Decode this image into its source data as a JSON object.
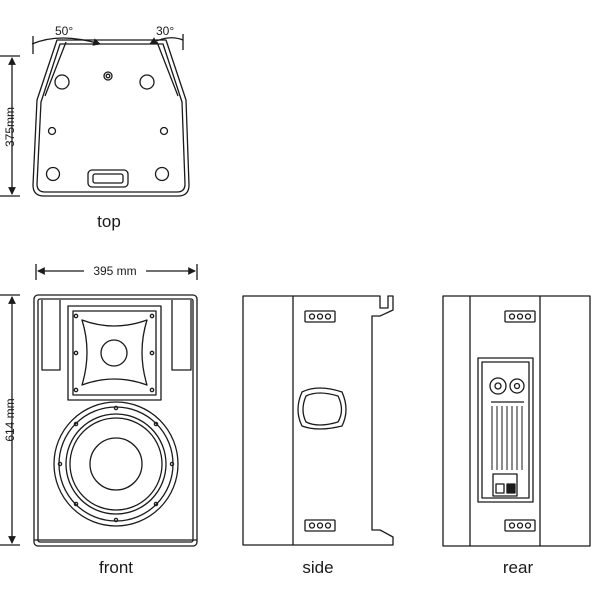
{
  "figure": {
    "views": {
      "top": "top",
      "front": "front",
      "side": "side",
      "rear": "rear"
    },
    "dimensions": {
      "top_depth": "375mm",
      "front_width": "395 mm",
      "front_height": "614 mm",
      "left_angle": "50°",
      "right_angle": "30°"
    }
  }
}
